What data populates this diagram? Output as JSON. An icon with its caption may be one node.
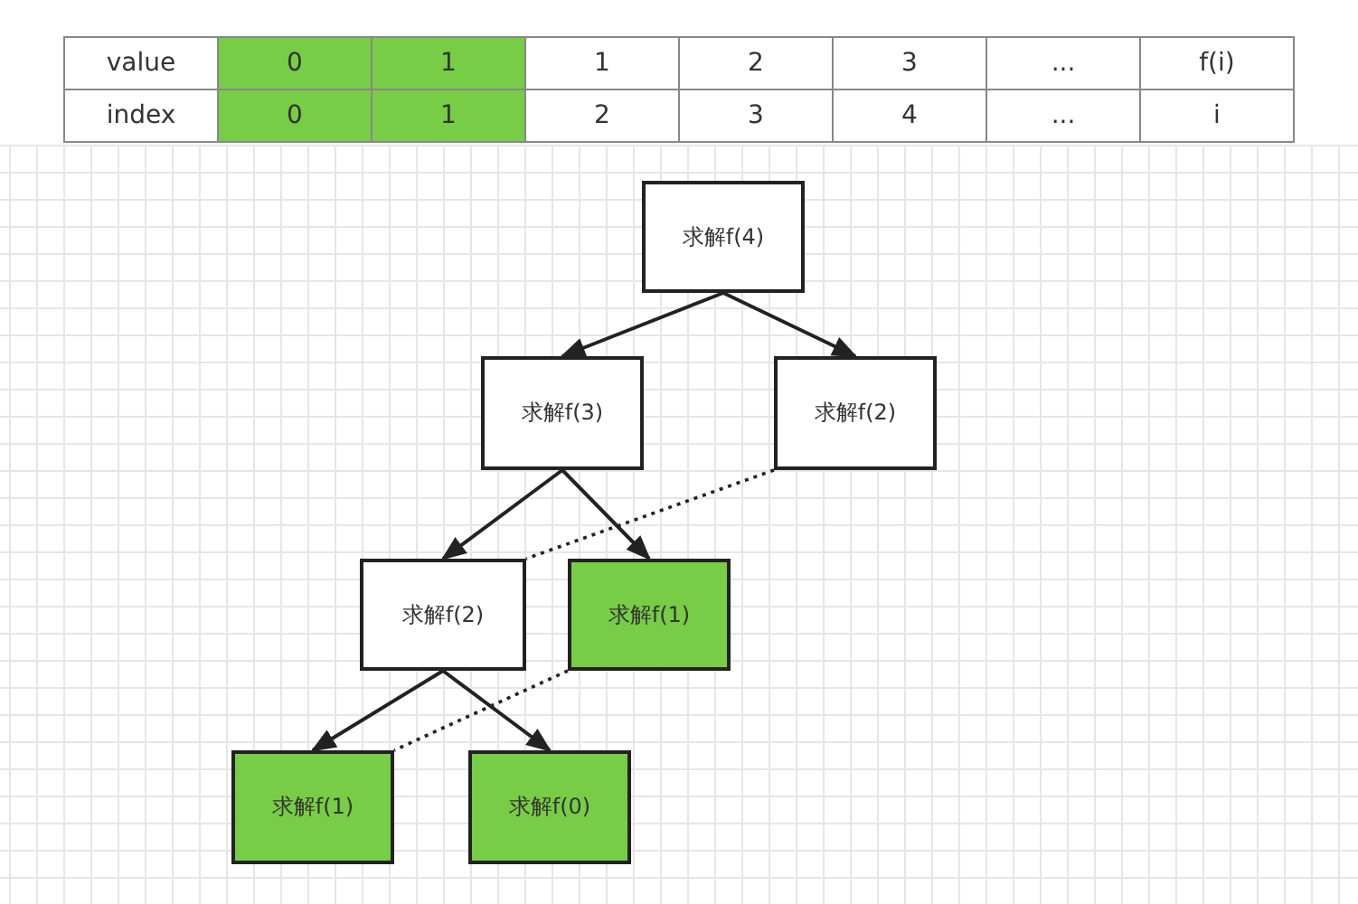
{
  "diagram": {
    "nodes": [
      {
        "text": [
          "求解f(4)"
        ]
      },
      {
        "text": [
          "求解f(3)"
        ]
      },
      {
        "text": [
          "求解f(2)"
        ]
      },
      {
        "text": [
          "求解f(2)"
        ]
      },
      {
        "text": [
          "求解f(1)"
        ]
      },
      {
        "text": [
          "求解f(1)"
        ]
      },
      {
        "text": [
          "求解f(0)"
        ]
      }
    ],
    "edges": [
      {
        "from": 0,
        "to": 1,
        "arrow": "to"
      },
      {
        "from": 0,
        "to": 2,
        "arrow": "to"
      },
      {
        "from": 1,
        "to": 3,
        "arrow": "to"
      },
      {
        "from": 1,
        "to": 4,
        "arrow": "to"
      },
      {
        "from": 3,
        "to": 5,
        "arrow": "to"
      },
      {
        "from": 3,
        "to": 6,
        "arrow": "to"
      },
      {
        "from": 2,
        "to": 3,
        "arrow": "none",
        "style": "dashed"
      },
      {
        "from": 4,
        "to": 5,
        "arrow": "none",
        "style": "dashed"
      }
    ],
    "labels": [
      "value",
      "0",
      "1",
      "1",
      "2",
      "3",
      "...",
      "f(i)",
      "index",
      "0",
      "1",
      "2",
      "3",
      "4",
      "...",
      "i"
    ]
  }
}
